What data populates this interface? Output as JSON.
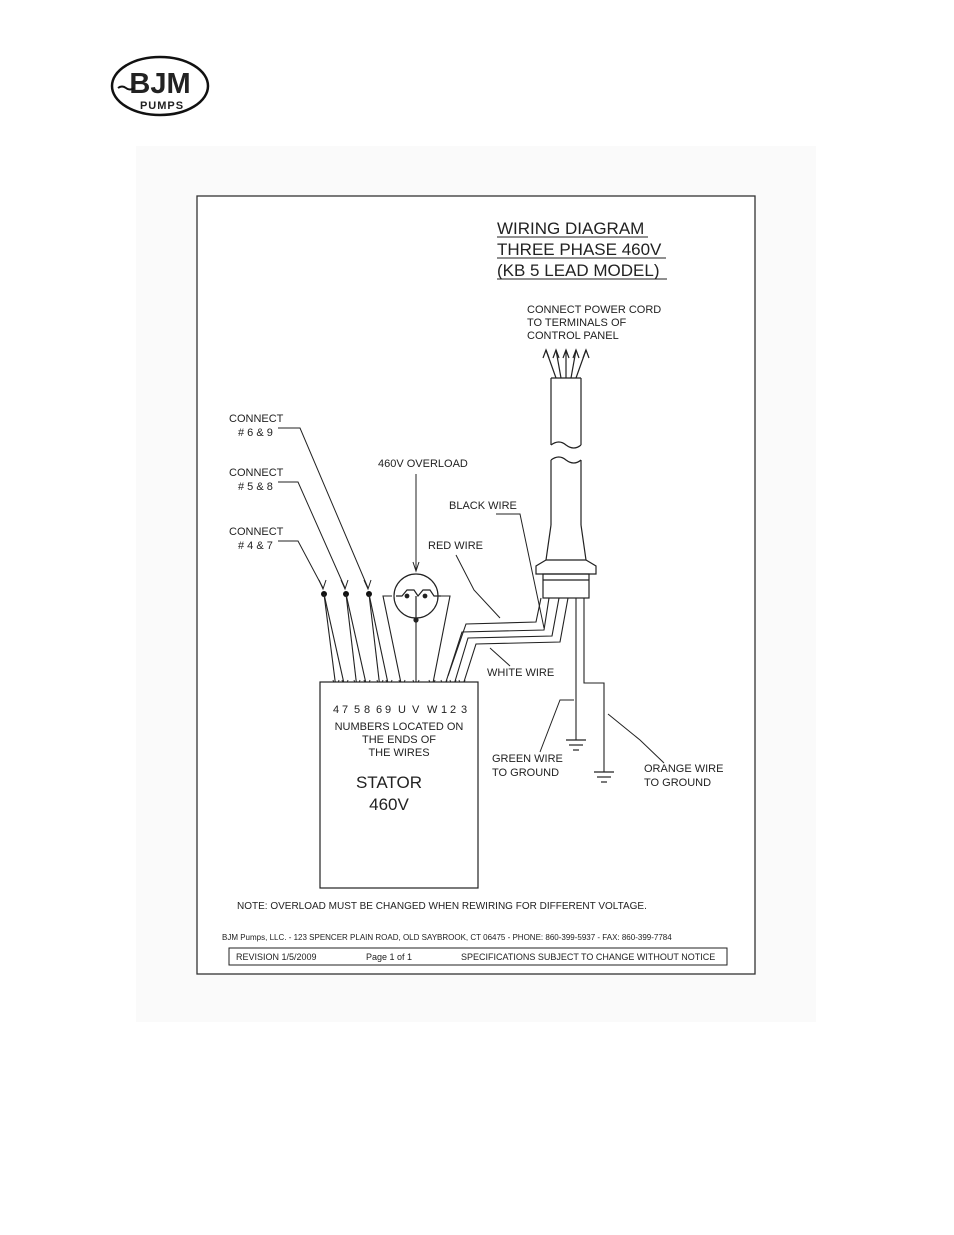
{
  "logo": {
    "text_top": "BJM",
    "text_bottom": "PUMPS"
  },
  "diagram": {
    "title_lines": [
      "WIRING DIAGRAM",
      "THREE PHASE 460V",
      "(KB 5 LEAD MODEL)"
    ],
    "power_cord_note": [
      "CONNECT POWER CORD",
      "TO TERMINALS OF",
      "CONTROL PANEL"
    ],
    "connect_labels": [
      [
        "CONNECT",
        "# 6 & 9"
      ],
      [
        "CONNECT",
        "# 5 & 8"
      ],
      [
        "CONNECT",
        "# 4 & 7"
      ]
    ],
    "overload_label": "460V OVERLOAD",
    "black_wire": "BLACK WIRE",
    "red_wire": "RED WIRE",
    "white_wire": "WHITE WIRE",
    "green_wire": [
      "GREEN WIRE",
      "TO GROUND"
    ],
    "orange_wire": [
      "ORANGE WIRE",
      "TO GROUND"
    ],
    "terminal_numbers": [
      "4",
      "7",
      "5",
      "8",
      "6",
      "9",
      "U",
      "V",
      "W",
      "1",
      "2",
      "3"
    ],
    "wire_numbers_note": [
      "NUMBERS LOCATED ON",
      "THE ENDS OF",
      "THE WIRES"
    ],
    "stator_label": [
      "STATOR",
      "460V"
    ],
    "overload_note": "NOTE: OVERLOAD MUST BE CHANGED WHEN REWIRING FOR DIFFERENT VOLTAGE.",
    "company_line": "BJM Pumps, LLC. - 123 SPENCER PLAIN ROAD, OLD SAYBROOK, CT 06475 - PHONE: 860-399-5937 - FAX: 860-399-7784",
    "footer": {
      "revision": "REVISION 1/5/2009",
      "page": "Page 1 of 1",
      "spec": "SPECIFICATIONS SUBJECT TO CHANGE WITHOUT NOTICE"
    }
  }
}
